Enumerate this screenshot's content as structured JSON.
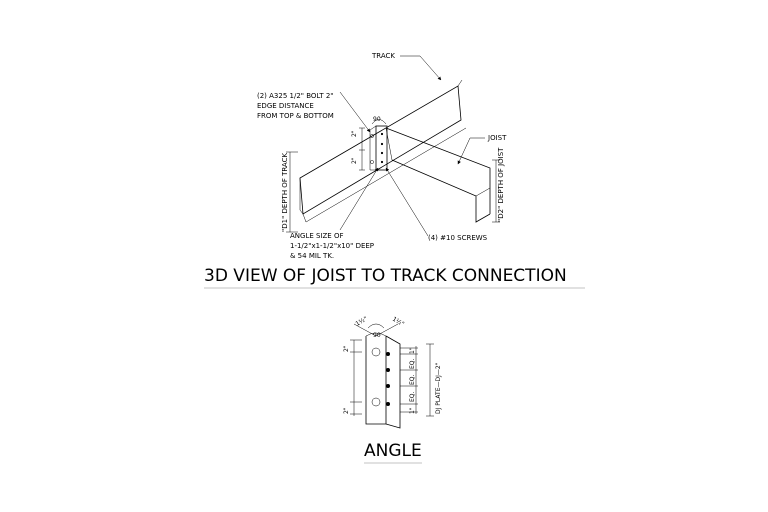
{
  "view_3d": {
    "title": "3D VIEW OF JOIST TO TRACK CONNECTION",
    "label_track": "TRACK",
    "label_joist": "JOIST",
    "label_bolt": [
      "(2) A325 1/2\" BOLT 2\"",
      "EDGE DISTANCE",
      "FROM TOP & BOTTOM"
    ],
    "label_angle": [
      "ANGLE SIZE OF",
      "1-1/2\"x1-1/2\"x10\" DEEP",
      "& 54 MIL TK."
    ],
    "label_screws": "(4) #10 SCREWS",
    "label_track_depth": "\"D1\" DEPTH OF TRACK",
    "label_joist_depth": "\"D2\" DEPTH OF JOIST",
    "angle_90": "90",
    "dim_2": "2\""
  },
  "view_angle": {
    "title": "ANGLE",
    "angle_90": "90",
    "dim_top_left": "1½\"",
    "dim_top_right": "1½\"",
    "dim_2": "2\"",
    "dim_1": "1\"",
    "dim_eq": "EQ.",
    "plate_label": "DJ PLATE—DJ—2\""
  }
}
